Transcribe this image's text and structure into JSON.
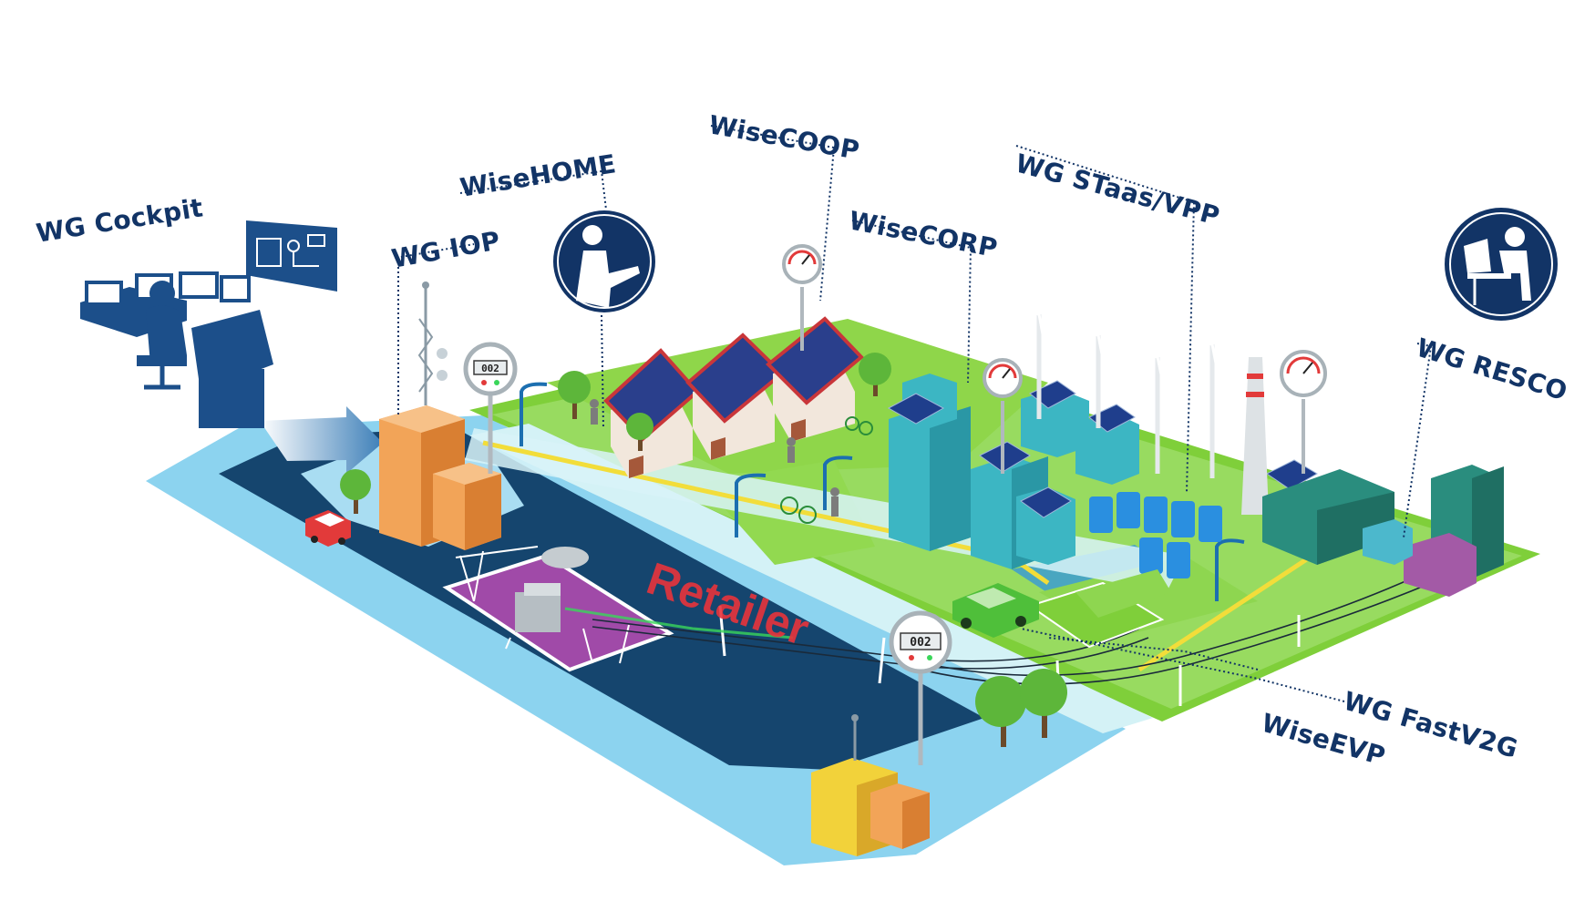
{
  "labels": {
    "wg_cockpit": "WG Cockpit",
    "wg_iop": "WG IOP",
    "wisehome": "WiseHOME",
    "wisecoop": "WiseCOOP",
    "wisecorp": "WiseCORP",
    "wg_staas_vpp": "WG STaas/VPP",
    "wg_resco": "WG RESCO",
    "wg_fastv2g": "WG FastV2G",
    "wiseevp": "WiseEVP",
    "retailer": "Retailer"
  },
  "meters": {
    "meter_1": "002",
    "meter_2": "002"
  },
  "colors": {
    "label_navy": "#123466",
    "grid_dark_blue": "#15456e",
    "water_light_blue": "#8cd3ef",
    "lawn_green": "#7fcf3a",
    "building_teal": "#3cb6c3",
    "substation_orange": "#f2a458",
    "retailer_red": "#e8343c",
    "battery_blue": "#2a8fe0"
  }
}
